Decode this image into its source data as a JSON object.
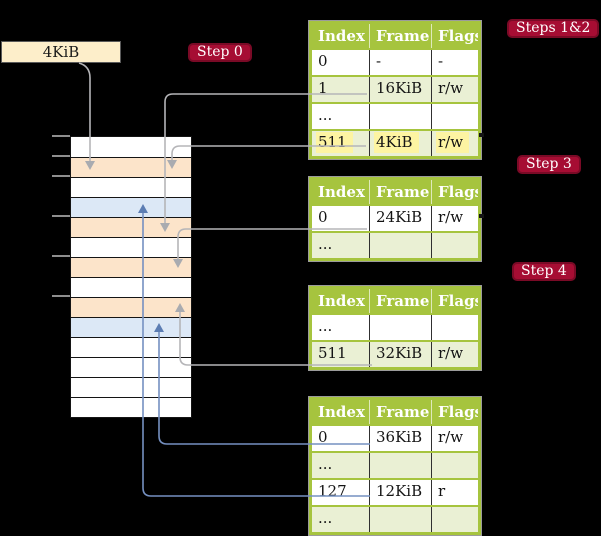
{
  "frame_label": "4KiB",
  "badges": {
    "step0": "Step 0",
    "steps12": "Steps 1&2",
    "step3": "Step 3",
    "step4": "Step 4"
  },
  "memory": {
    "rows": [
      "free",
      "pagetable",
      "free",
      "page",
      "pagetable",
      "free",
      "pagetable",
      "free",
      "pagetable",
      "page",
      "free",
      "free",
      "free",
      "free"
    ]
  },
  "tables": [
    {
      "name": "page-table-steps-1-2",
      "headers": [
        "Index",
        "Frame",
        "Flags"
      ],
      "rows": [
        {
          "cells": [
            "0",
            "-",
            "-"
          ],
          "shade": false,
          "highlight": false
        },
        {
          "cells": [
            "1",
            "16KiB",
            "r/w"
          ],
          "shade": true,
          "highlight": false
        },
        {
          "cells": [
            "...",
            "",
            ""
          ],
          "shade": false,
          "highlight": false
        },
        {
          "cells": [
            "511",
            "4KiB",
            "r/w"
          ],
          "shade": true,
          "highlight": true
        }
      ]
    },
    {
      "name": "page-table-step-3",
      "headers": [
        "Index",
        "Frame",
        "Flags"
      ],
      "rows": [
        {
          "cells": [
            "0",
            "24KiB",
            "r/w"
          ],
          "shade": false,
          "highlight": false
        },
        {
          "cells": [
            "...",
            "",
            ""
          ],
          "shade": true,
          "highlight": false
        }
      ]
    },
    {
      "name": "page-table-step-4",
      "headers": [
        "Index",
        "Frame",
        "Flags"
      ],
      "rows": [
        {
          "cells": [
            "...",
            "",
            ""
          ],
          "shade": false,
          "highlight": false
        },
        {
          "cells": [
            "511",
            "32KiB",
            "r/w"
          ],
          "shade": true,
          "highlight": false
        }
      ]
    },
    {
      "name": "page-table-final",
      "headers": [
        "Index",
        "Frame",
        "Flags"
      ],
      "rows": [
        {
          "cells": [
            "0",
            "36KiB",
            "r/w"
          ],
          "shade": false,
          "highlight": false
        },
        {
          "cells": [
            "...",
            "",
            ""
          ],
          "shade": true,
          "highlight": false
        },
        {
          "cells": [
            "127",
            "12KiB",
            "r"
          ],
          "shade": false,
          "highlight": false
        },
        {
          "cells": [
            "...",
            "",
            ""
          ],
          "shade": true,
          "highlight": false
        }
      ]
    }
  ],
  "colors": {
    "green": "#a6c43e",
    "ltgreen": "#eaf0d4",
    "yellow": "#fdf4a2",
    "badge": "#a60d33",
    "badgeBorder": "#7a0a26",
    "cream": "#fdeeca",
    "peach": "#fce4ca",
    "pageblue": "#dce8f6",
    "tick": "#8e8e8e",
    "grayline": "#b5b5b8",
    "grayarrow": "#a9abb0",
    "blueline": "#7590c1",
    "bluearrow": "#5c7db3"
  }
}
